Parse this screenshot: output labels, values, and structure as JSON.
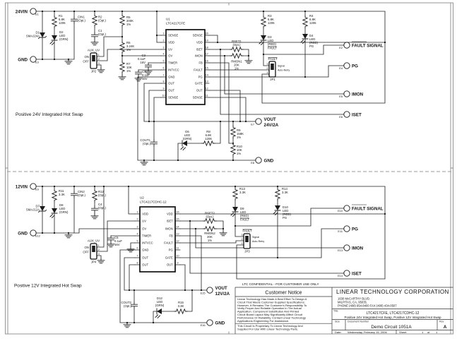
{
  "page": {
    "confidential": "LTC CONFIDENTIAL - FOR CUSTOMER USE ONLY"
  },
  "c24": {
    "caption": "Positive 24V Integrated Hot Swap",
    "ports": {
      "vin": {
        "e": "E1",
        "label": "24VIN"
      },
      "gnd_in": {
        "e": "E3",
        "label": "GND"
      },
      "fault": {
        "e": "E2",
        "label": "FAULT SIGNAL"
      },
      "pg": {
        "e": "E4",
        "label": "PG"
      },
      "imon": {
        "e": "E5",
        "label": "IMON"
      },
      "iset": {
        "e": "E6",
        "label": "ISET"
      },
      "vout": {
        "e": "E7",
        "l1": "VOUT",
        "l2": "24V/2A"
      },
      "gnd_out": {
        "e": "E8",
        "label": "GND"
      }
    },
    "u1": {
      "ref": "U1",
      "part": "LTC4217CFE",
      "lpins": [
        {
          "n": "1",
          "name": "SENSE"
        },
        {
          "n": "2",
          "name": "VDD"
        },
        {
          "n": "3",
          "name": "UV"
        },
        {
          "n": "4",
          "name": "OV"
        },
        {
          "n": "5",
          "name": "TIMER"
        },
        {
          "n": "6",
          "name": "INTVCC"
        },
        {
          "n": "7",
          "name": "GND"
        },
        {
          "n": "8",
          "name": "OUT"
        },
        {
          "n": "9",
          "name": "OUT"
        },
        {
          "n": "10",
          "name": "SENSE"
        }
      ],
      "rpins": [
        {
          "n": "20",
          "name": "SENSE"
        },
        {
          "n": "19",
          "name": "VDD"
        },
        {
          "n": "18",
          "name": "ISET"
        },
        {
          "n": "17",
          "name": "IMON"
        },
        {
          "n": "16",
          "name": "FB"
        },
        {
          "n": "15",
          "name": "FAULT"
        },
        {
          "n": "14",
          "name": "PG"
        },
        {
          "n": "13",
          "name": "GATE"
        },
        {
          "n": "12",
          "name": "OUT"
        },
        {
          "n": "11",
          "name": "SENSE"
        }
      ]
    },
    "jp2": {
      "title": "AUX_UV",
      "on": "ON",
      "off": "OFF",
      "ref": "JP2",
      "p1": "1",
      "p2": "2",
      "p3": "3"
    },
    "jp1": {
      "title": "FAULT",
      "s1": "Signal",
      "s2": "Auto-Retry",
      "ref": "JP1",
      "p1": "1",
      "p2": "2",
      "p3": "3"
    },
    "parts": {
      "d1": {
        "l1": "D1",
        "l2": "SMAJ24A"
      },
      "d2": {
        "l1": "D2",
        "l2": "LED",
        "l3": "(GRN)"
      },
      "r1": {
        "l1": "R1",
        "l2": "6.8K",
        "l3": "1206"
      },
      "cin1": {
        "l1": "CIN1",
        "l2": "(Opt.)"
      },
      "r2": {
        "l1": "R2",
        "l2": "(Opt.)"
      },
      "c1": {
        "l1": "C1",
        "l2": "(Opt.)"
      },
      "r5": {
        "l1": "R5",
        "l2": "200K",
        "l3": "1%"
      },
      "r6": {
        "l1": "R6",
        "l2": "3.24K",
        "l3": "1%"
      },
      "r7": {
        "l1": "R7",
        "l2": "10K",
        "l3": "1%"
      },
      "c2": {
        "l1": "C2",
        "l2": "0.1uF",
        "l3": "16V"
      },
      "c3": {
        "l1": "C3",
        "l2": "0.1uF",
        "l3": "16V"
      },
      "rset1": {
        "l1": "RSET1",
        "l2": "(Opt.)"
      },
      "rmon1": {
        "l1": "RMON1",
        "l2": "20K",
        "l3": "1%"
      },
      "r3": {
        "l1": "R3",
        "l2": "6.8K",
        "l3": "1206"
      },
      "r4": {
        "l1": "R4",
        "l2": "6.8K",
        "l3": "1206"
      },
      "d3": {
        "l1": "D3",
        "l2": "LED",
        "l3": "(RED)",
        "l4": "FAULT"
      },
      "d4": {
        "l1": "D4",
        "l2": "LED",
        "l3": "(RED)",
        "l4": "PG"
      },
      "cout1": {
        "l1": "COUT1",
        "l2": "(Opt.)"
      },
      "d6": {
        "l1": "D6",
        "l2": "LED",
        "l3": "(GRN)"
      },
      "r8": {
        "l1": "R8",
        "l2": "6.8K",
        "l3": "1206"
      },
      "r9": {
        "l1": "R9",
        "l2": "158K",
        "l3": "1%"
      },
      "r10": {
        "l1": "R10",
        "l2": "10K",
        "l3": "1%"
      }
    }
  },
  "c12": {
    "caption": "Positive 12V Integrated Hot Swap",
    "ports": {
      "vin": {
        "e": "E9",
        "label": "12VIN"
      },
      "gnd_in": {
        "e": "E12",
        "label": "GND"
      },
      "fault": {
        "e": "E10",
        "label": "FAULT SIGNAL"
      },
      "pg": {
        "e": "E11",
        "label": "PG"
      },
      "imon": {
        "e": "E13",
        "label": "IMON"
      },
      "iset": {
        "e": "E14",
        "label": "ISET"
      },
      "vout": {
        "e": "E15",
        "l1": "VOUT",
        "l2": "12V/2A"
      },
      "gnd_out": {
        "e": "E16",
        "label": "GND"
      }
    },
    "u2": {
      "ref": "U2",
      "part": "LTC4217CDHC-12",
      "lpins": [
        {
          "n": "1",
          "name": "VDD"
        },
        {
          "n": "2",
          "name": "UV"
        },
        {
          "n": "3",
          "name": "OV"
        },
        {
          "n": "4",
          "name": "TIMER"
        },
        {
          "n": "5",
          "name": "INTVCC"
        },
        {
          "n": "6",
          "name": "GND"
        },
        {
          "n": "7",
          "name": "OUT"
        },
        {
          "n": "8",
          "name": "OUT"
        }
      ],
      "rpins": [
        {
          "n": "16",
          "name": "VDD"
        },
        {
          "n": "15",
          "name": "ISET"
        },
        {
          "n": "14",
          "name": "IMON"
        },
        {
          "n": "13",
          "name": "FB"
        },
        {
          "n": "12",
          "name": "FAULT"
        },
        {
          "n": "11",
          "name": "PG"
        },
        {
          "n": "10",
          "name": "GATE"
        },
        {
          "n": "9",
          "name": "OUT"
        }
      ]
    },
    "jp4": {
      "title": "AUX_UV",
      "on": "ON",
      "off": "OFF",
      "ref": "JP4",
      "p1": "1",
      "p2": "2",
      "p3": "3"
    },
    "jp3": {
      "title": "FAULT",
      "s1": "Signal",
      "s2": "Auto-Retry",
      "ref": "JP3",
      "p1": "1",
      "p2": "2",
      "p3": "3"
    },
    "parts": {
      "d7": {
        "l1": "D7",
        "l2": "SMAJ12A"
      },
      "d8": {
        "l1": "D8",
        "l2": "LED",
        "l3": "(GRN)"
      },
      "r11": {
        "l1": "R11",
        "l2": "3.3K"
      },
      "cin2": {
        "l1": "CIN2",
        "l2": "(Opt.)"
      },
      "r12": {
        "l1": "R12",
        "l2": "(Opt.)"
      },
      "c4": {
        "l1": "C4",
        "l2": "(Opt.)"
      },
      "c5": {
        "l1": "C5",
        "l2": "0.1uF",
        "l3": "16V"
      },
      "rset2": {
        "l1": "RSET2",
        "l2": "(Opt.)"
      },
      "rmon2": {
        "l1": "RMON2",
        "l2": "20K",
        "l3": "1%"
      },
      "r13": {
        "l1": "R13",
        "l2": "3.3K"
      },
      "r14": {
        "l1": "R14",
        "l2": "3.3K"
      },
      "d9": {
        "l1": "D9",
        "l2": "LED",
        "l3": "(RED)",
        "l4": "FAULT"
      },
      "d10": {
        "l1": "D10",
        "l2": "LED",
        "l3": "(RED)",
        "l4": "PG"
      },
      "cout2": {
        "l1": "COUT2",
        "l2": "(Opt.)"
      },
      "d12": {
        "l1": "D12",
        "l2": "LED",
        "l3": "(GRN)"
      },
      "r15": {
        "l1": "R15",
        "l2": "3.3K"
      }
    }
  },
  "tb": {
    "notice_title": "Customer Notice",
    "notice_lines": [
      "Linear Technology Has Made A Best Effort To Design A",
      "Circuit That Meets Customer-Supplied Specifications;",
      "However, It Remains The Customer's Responsibility To",
      "Verify Proper And Reliable Operation In The Actual",
      "Application. Component Substitution And Printed",
      "Circuit Board Layout May Significantly Affect Circuit",
      "Performance Or Reliability. Contact Linear Technology",
      "Applications Engineering For Assistance.",
      "This Circuit Is Proprietary To Linear Technology And",
      "Supplied For Use With Linear Technology Parts."
    ],
    "corp": "LINEAR TECHNOLOGY CORPORATION",
    "addr1": "1630 McCARTHY BLVD.",
    "addr2": "MILPITAS, CA, 95035.",
    "addr3": "PHONE (408) 954-8400   FAX (408) 434-0507",
    "title_label": "Title",
    "title1": "LTC4217CFE, LTC4217CDHC-12",
    "title2": "Positive 24V Integrated Hot Swap, Positive 12V Integrated Hot Swap",
    "size_label": "Size",
    "doc_label": "Document Number",
    "doc": "Demo Circuit 1051A",
    "rev_label": "Rev",
    "rev": "A",
    "date_label": "Date:",
    "date": "Wednesday, February 15, 2006",
    "sheet_label": "Sheet",
    "sheet_no": "1",
    "of": "of",
    "sheet_total": "1"
  }
}
